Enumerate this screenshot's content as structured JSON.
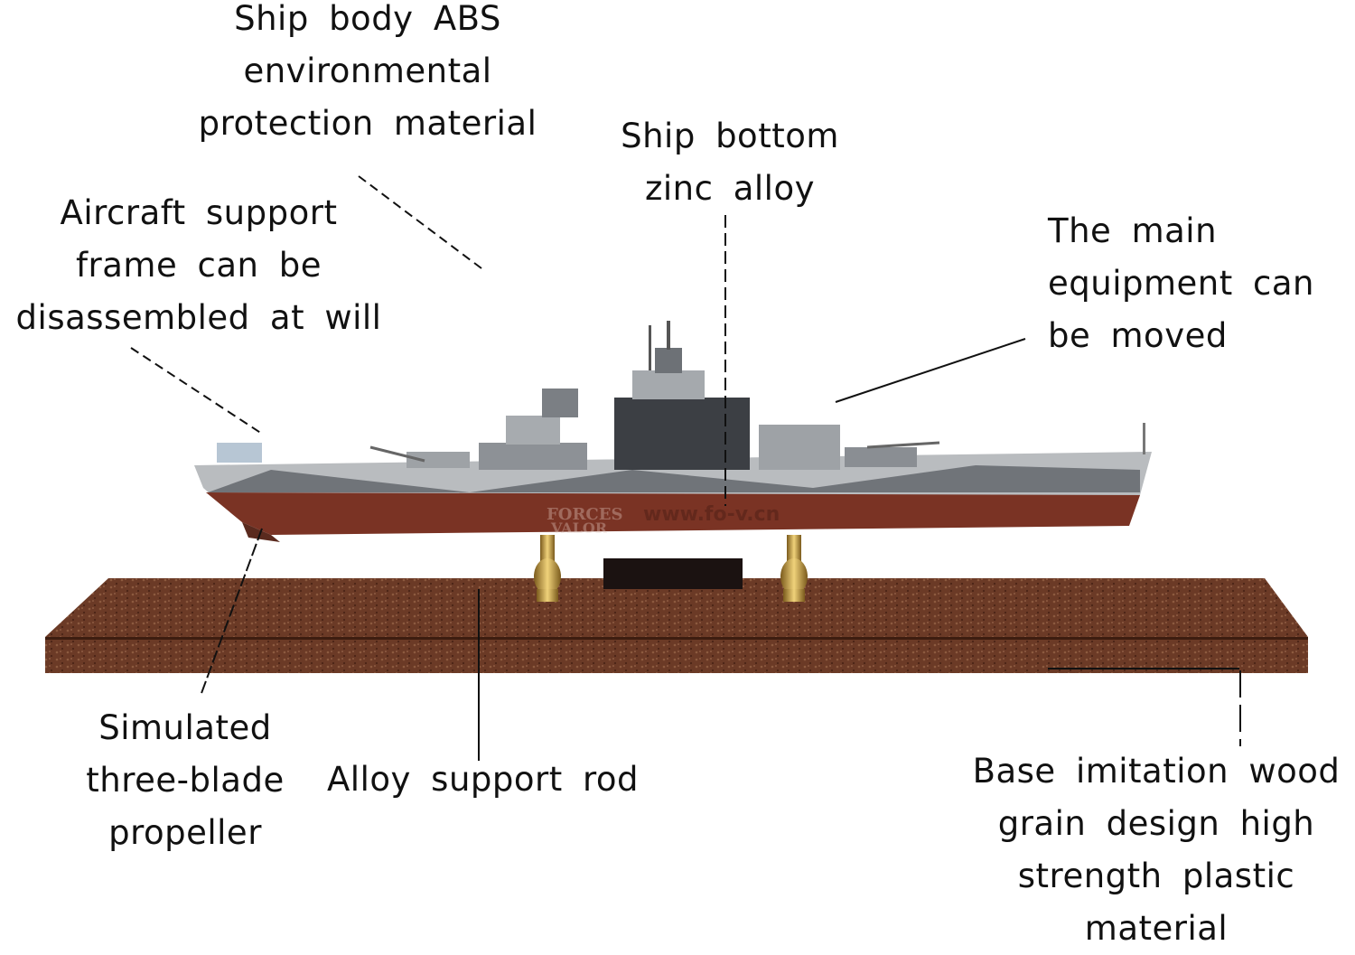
{
  "labels": {
    "ship_body": [
      "Ship body ABS",
      "environmental",
      "protection material"
    ],
    "ship_bottom": [
      "Ship bottom",
      "zinc alloy"
    ],
    "aircraft": [
      "Aircraft support",
      "frame can be",
      "disassembled at will"
    ],
    "main_equipment": [
      "The main",
      "equipment can",
      "be moved"
    ],
    "propeller": [
      "Simulated",
      "three-blade",
      "propeller"
    ],
    "support_rod": "Alloy support rod",
    "base": [
      "Base imitation wood",
      "grain design high",
      "strength plastic",
      "material"
    ]
  },
  "watermark": {
    "logo": "FORCES VALOR",
    "url": "www.fo-v.cn"
  },
  "colors": {
    "hull_red": "#7a3324",
    "base_brown": "#6b3a26",
    "gray": "#9a9ea2",
    "brass": "#c9a74a"
  }
}
